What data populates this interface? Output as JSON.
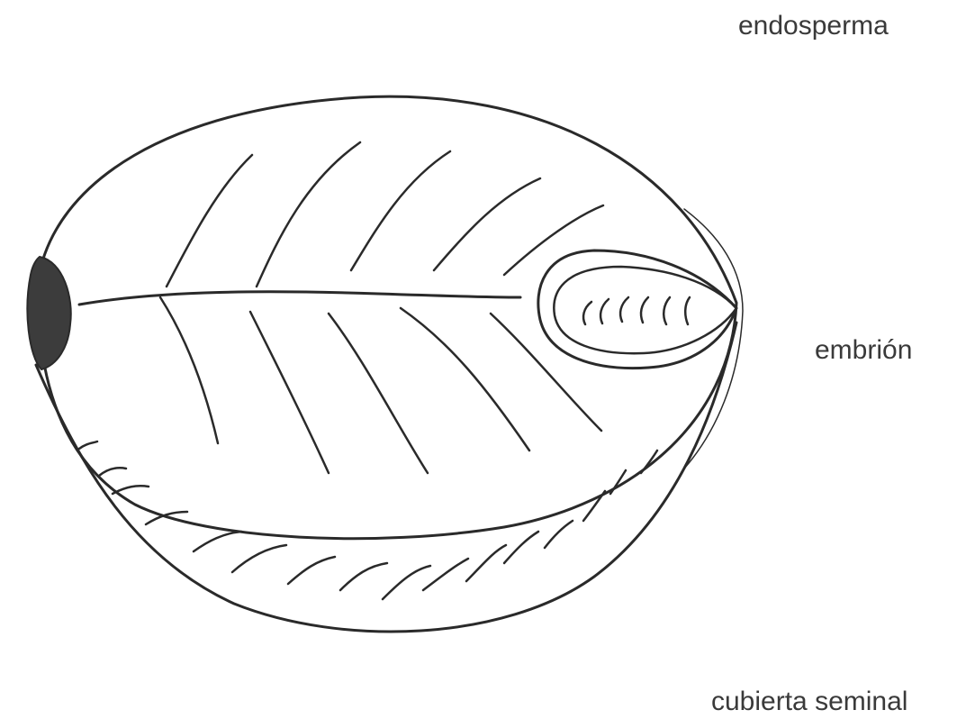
{
  "labels": {
    "endosperm": "endosperma",
    "embryo": "embrión",
    "seed_coat": "cubierta seminal"
  },
  "colors": {
    "ink": "#2a2a2a",
    "hilum_fill": "#3c3c3c",
    "label_text": "#3a3a3a",
    "background": "#ffffff"
  }
}
